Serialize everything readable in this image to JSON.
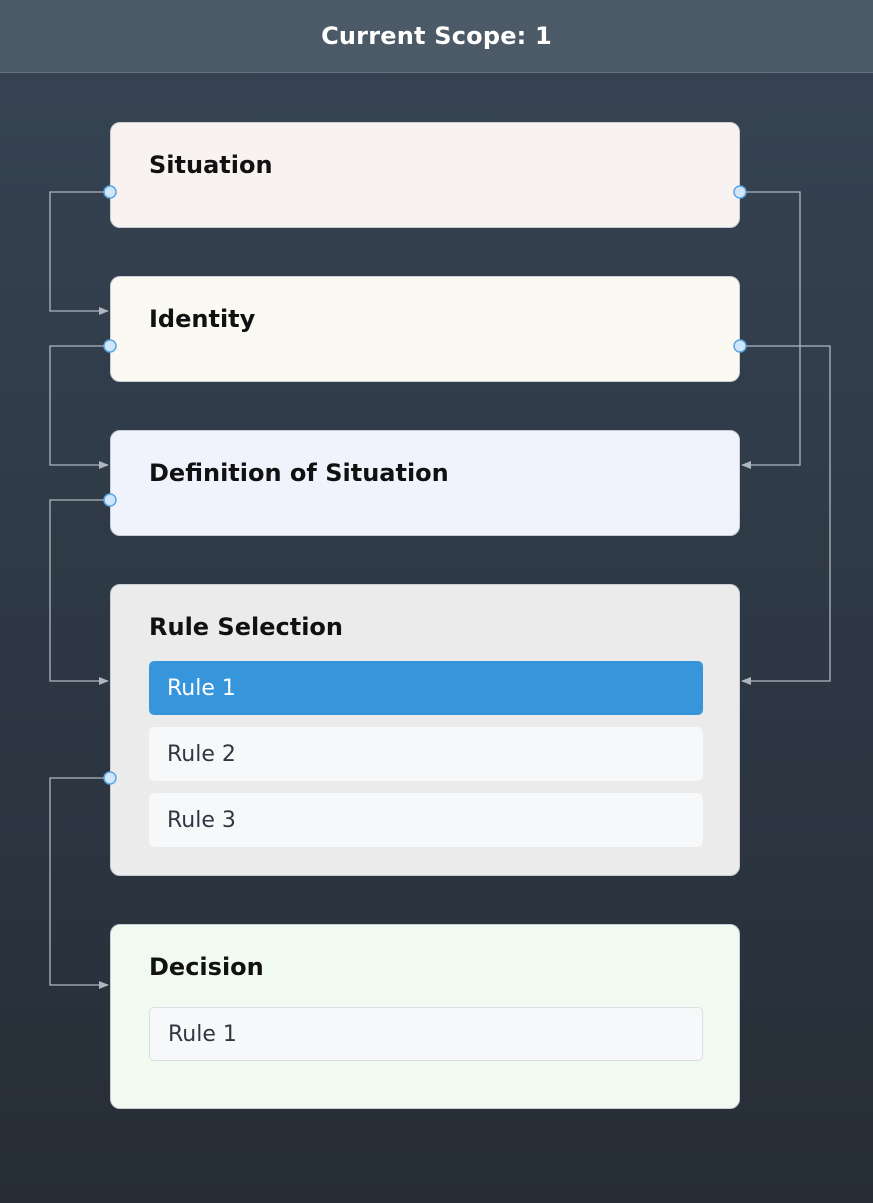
{
  "header": {
    "title": "Current Scope: 1"
  },
  "cards": {
    "situation": {
      "title": "Situation"
    },
    "identity": {
      "title": "Identity"
    },
    "definition": {
      "title": "Definition of Situation"
    },
    "rule_selection": {
      "title": "Rule Selection",
      "rules": [
        "Rule 1",
        "Rule 2",
        "Rule 3"
      ],
      "selected_index": 0
    },
    "decision": {
      "title": "Decision",
      "value": "Rule 1"
    }
  },
  "colors": {
    "header_bg": "#4c5966",
    "connector": "#aeb6bf",
    "port_fill": "#cfe6fb",
    "port_stroke": "#5aa5e2",
    "selected_rule": "#3796db"
  }
}
